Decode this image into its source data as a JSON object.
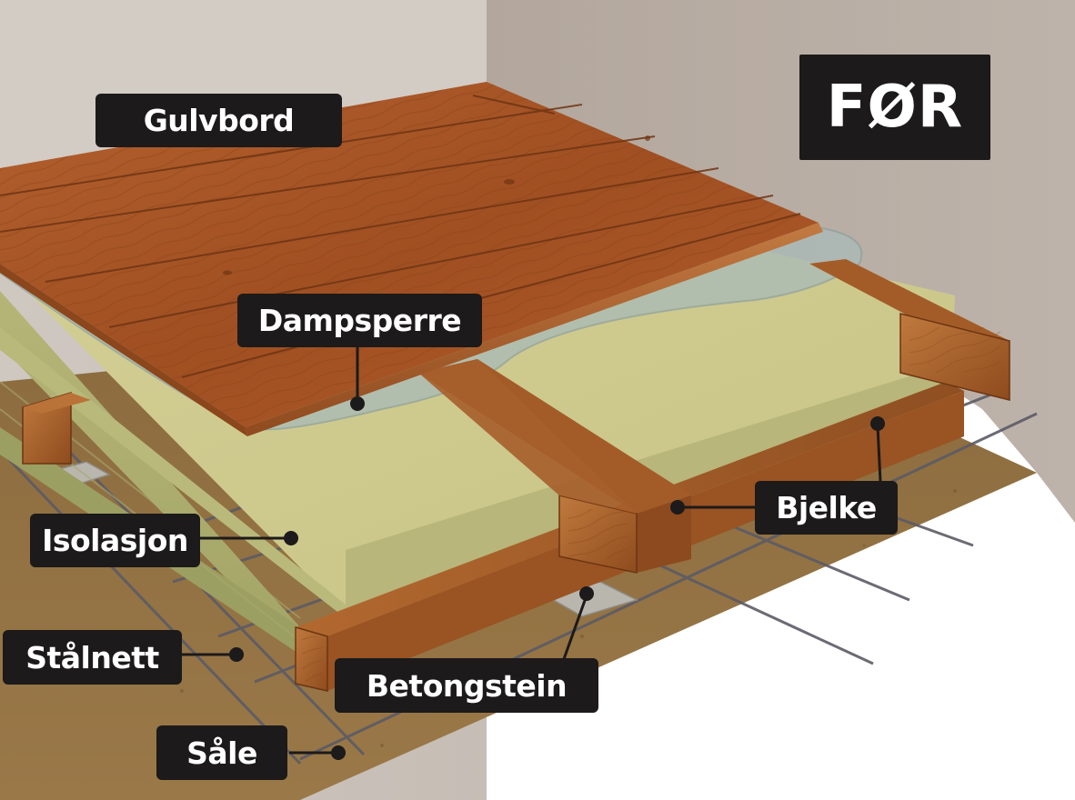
{
  "badge": {
    "label": "FØR"
  },
  "labels": {
    "gulvbord": "Gulvbord",
    "dampsperre": "Dampsperre",
    "bjelke": "Bjelke",
    "isolasjon": "Isolasjon",
    "stalnett": "Stålnett",
    "betongstein": "Betongstein",
    "sale": "Såle"
  },
  "colors": {
    "wall_left": "#ccc4bd",
    "wall_right": "#b7aca3",
    "soil": "#8a6a3e",
    "insulation": "#c5c48a",
    "vapor_barrier": "#aebcb8",
    "floorboard": "#a8552a",
    "beam": "#9c5628",
    "label_bg": "#1c1a1a",
    "label_text": "#ffffff"
  }
}
